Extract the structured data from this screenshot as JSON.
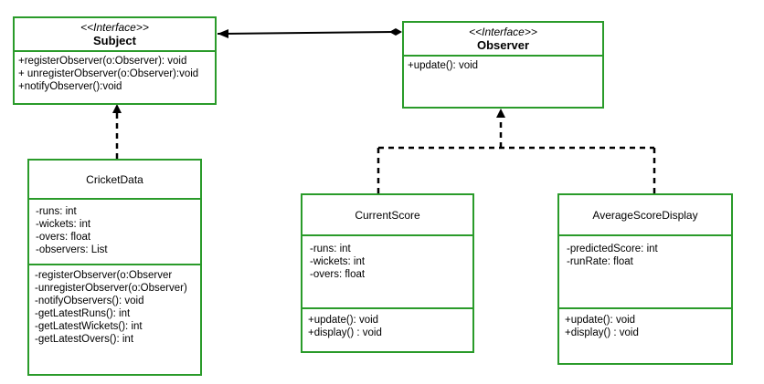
{
  "subject": {
    "stereotype": "<<Interface>>",
    "name": "Subject",
    "methods": [
      "+registerObserver(o:Observer): void",
      "+ unregisterObserver(o:Observer):void",
      "+notifyObserver():void"
    ]
  },
  "observer": {
    "stereotype": "<<Interface>>",
    "name": "Observer",
    "methods": [
      "+update(): void"
    ]
  },
  "cricket_data": {
    "name": "CricketData",
    "attributes": [
      "-runs: int",
      "-wickets: int",
      "-overs: float",
      "-observers: List"
    ],
    "methods": [
      "-registerObserver(o:Observer",
      "-unregisterObserver(o:Observer)",
      "-notifyObservers(): void",
      "-getLatestRuns(): int",
      "-getLatestWickets(): int",
      "-getLatestOvers(): int"
    ]
  },
  "current_score": {
    "name": "CurrentScore",
    "attributes": [
      "-runs: int",
      "-wickets: int",
      "-overs: float"
    ],
    "methods": [
      "+update(): void",
      "+display() : void"
    ]
  },
  "average_score_display": {
    "name": "AverageScoreDisplay",
    "attributes": [
      "-predictedScore: int",
      "-runRate: float"
    ],
    "methods": [
      "+update(): void",
      "+display() : void"
    ]
  },
  "colors": {
    "border": "#2a9b2a",
    "line": "#000000"
  }
}
